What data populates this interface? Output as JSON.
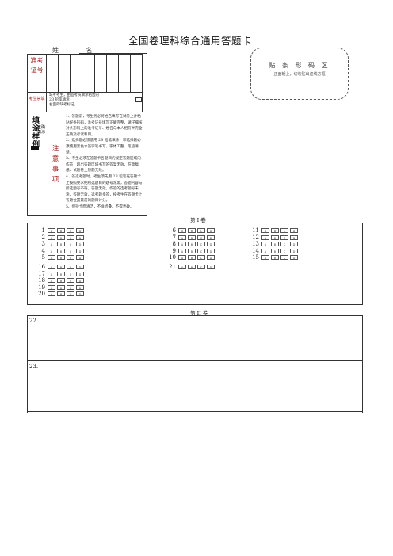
{
  "header": {
    "title": "全国卷理科综合通用答题卡",
    "name_label": "姓 名"
  },
  "barcode_area": {
    "title": "贴 条 形 码 区",
    "subtitle": "（正面朝上，切勿贴出虚线方框）"
  },
  "id_box": {
    "label": "准考证号",
    "columns": 8,
    "notice_label": "考生禁填",
    "notice_text": [
      "缺考考生，由监考员填涂右边的",
      "2B 铅笔填涂",
      "右面的缺考标记。"
    ]
  },
  "fill_example": {
    "label_chars": [
      "填",
      "涂",
      "样",
      "例"
    ],
    "label_small": [
      "正确",
      "填涂"
    ],
    "notes_label_chars": [
      "注",
      "意",
      "事",
      "项"
    ],
    "notes": [
      "1、答题前，考生务必将姓名填写在试卷上并粘贴好条形码，准考证号填写正确完整，请仔细核对条形码上的准考证号、姓名与本人相符并完全正确及考试科目。",
      "2、选择题必须使用 2B 铅笔填涂，非选择题必须使用黑色水签字笔书写，字体工整、笔迹清楚。",
      "3、考生必须在答题卡各题目的规定答题区域内作答，超出答题区域书写的答案无效，在草稿纸、试题卷上答题无效。",
      "4、答选考题时，考生须先用 2B 铅笔在答题卡上按照要求把所选题目的题号涂黑，答题内容与所选题号不符，答题无效，作答的选考题号未涂、答题无效，选考题多答，按考生在答题卡上答题位置最前的题目计分。",
      "5、保持卡面清洁，不准折叠、不得弄破。"
    ]
  },
  "section1": {
    "title": "第 I 卷",
    "options": [
      "A",
      "B",
      "C",
      "D"
    ],
    "columns": [
      [
        "1",
        "2",
        "3",
        "4",
        "5"
      ],
      [
        "6",
        "7",
        "8",
        "9",
        "10"
      ],
      [
        "11",
        "12",
        "13",
        "14",
        "15"
      ],
      [
        "16",
        "17",
        "18",
        "19",
        "20"
      ],
      [
        "21"
      ]
    ]
  },
  "section2": {
    "title": "第 II 卷",
    "questions": [
      "22.",
      "23."
    ]
  }
}
